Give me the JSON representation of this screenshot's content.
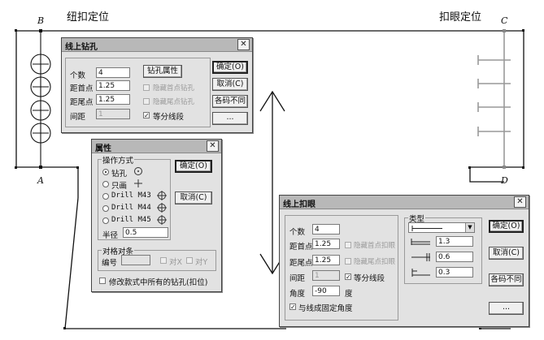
{
  "captions": {
    "left": "纽扣定位",
    "right": "扣眼定位"
  },
  "points": {
    "A": "A",
    "B": "B",
    "C": "C",
    "D": "D"
  },
  "dialog_line_drill": {
    "title": "线上钻孔",
    "count_label": "个数",
    "count_value": "4",
    "from_start_label": "距首点",
    "from_start_value": "1.25",
    "from_end_label": "距尾点",
    "from_end_value": "1.25",
    "spacing_label": "间距",
    "spacing_value": "1",
    "attr_button": "钻孔属性",
    "hide_first": "隐藏首点钻孔",
    "hide_last": "隐藏尾点钻孔",
    "equal_segments": "等分线段",
    "ok": "确定(O)",
    "cancel": "取消(C)",
    "size_differ": "各码不同",
    "more": "..."
  },
  "dialog_attr": {
    "title": "属性",
    "mode_group": "操作方式",
    "options": [
      "钻孔",
      "只画",
      "Drill M43",
      "Drill M44",
      "Drill M45"
    ],
    "selected": "钻孔",
    "radius_label": "半径",
    "radius_value": "0.5",
    "align_group": "对格对条",
    "code_label": "编号",
    "code_value": "",
    "align_x": "对X",
    "align_y": "对Y",
    "modify_all": "修改款式中所有的钻孔(扣位)",
    "ok": "确定(O)",
    "cancel": "取消(C)"
  },
  "dialog_buttonhole": {
    "title": "线上扣眼",
    "count_label": "个数",
    "count_value": "4",
    "from_start_label": "距首点",
    "from_start_value": "1.25",
    "from_end_label": "距尾点",
    "from_end_value": "1.25",
    "spacing_label": "间距",
    "spacing_value": "1",
    "hide_first": "隐藏首点扣眼",
    "hide_last": "隐藏尾点扣眼",
    "equal_segments": "等分线段",
    "angle_label": "角度",
    "angle_value": "-90",
    "angle_unit": "度",
    "fixed_angle": "与线成固定角度",
    "type_group": "类型",
    "dim1": "1.3",
    "dim2": "0.6",
    "dim3": "0.3",
    "ok": "确定(O)",
    "cancel": "取消(C)",
    "size_differ": "各码不同",
    "more": "..."
  }
}
